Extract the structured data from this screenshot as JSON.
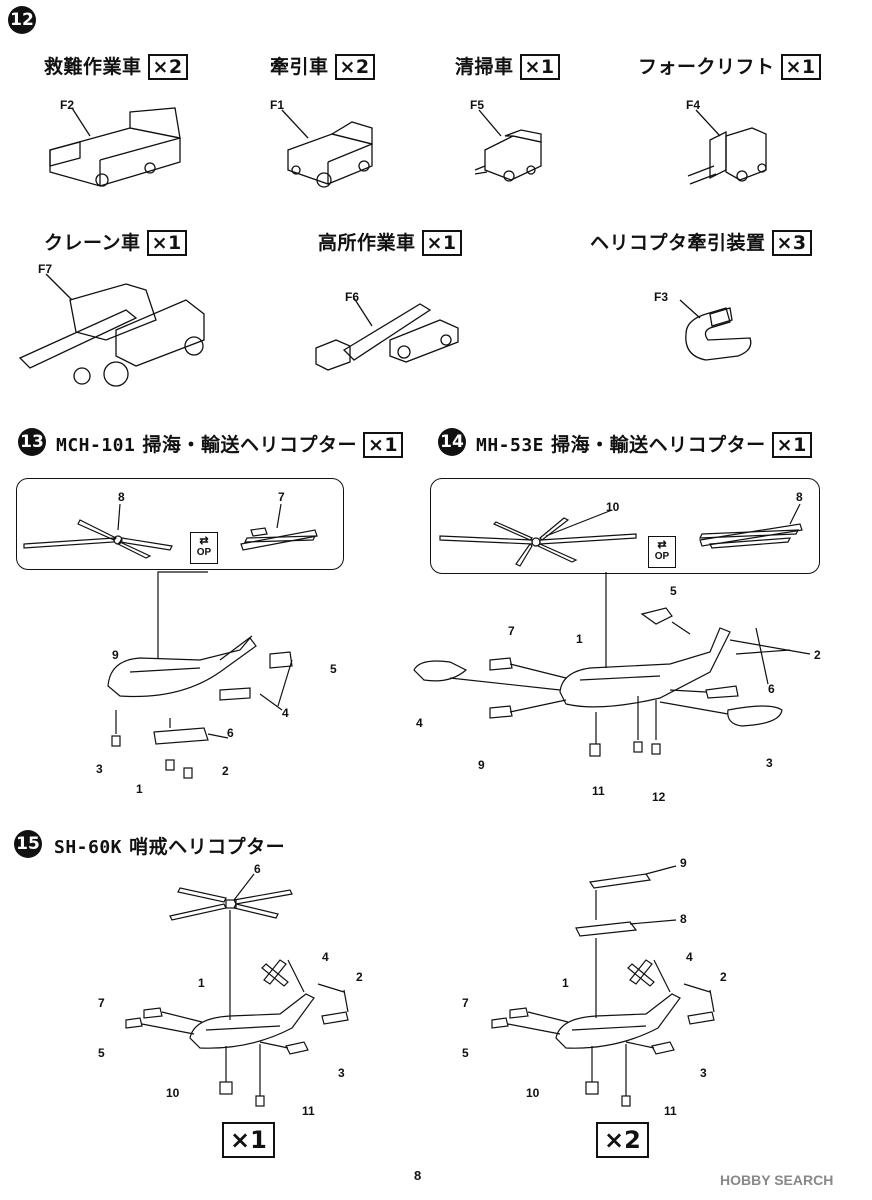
{
  "step12": {
    "number": "12",
    "vehicles": [
      {
        "name": "救難作業車",
        "qty": "×2",
        "part": "F2"
      },
      {
        "name": "牽引車",
        "qty": "×2",
        "part": "F1"
      },
      {
        "name": "清掃車",
        "qty": "×1",
        "part": "F5"
      },
      {
        "name": "フォークリフト",
        "qty": "×1",
        "part": "F4"
      },
      {
        "name": "クレーン車",
        "qty": "×1",
        "part": "F7"
      },
      {
        "name": "高所作業車",
        "qty": "×1",
        "part": "F6"
      },
      {
        "name": "ヘリコプタ牽引装置",
        "qty": "×3",
        "part": "F3"
      }
    ]
  },
  "step13": {
    "number": "13",
    "model": "MCH-101",
    "name": "掃海・輸送ヘリコプター",
    "qty": "×1",
    "option_parts": [
      "8",
      "7"
    ],
    "op_label": "OP",
    "parts": [
      "9",
      "5",
      "4",
      "6",
      "3",
      "1",
      "2"
    ]
  },
  "step14": {
    "number": "14",
    "model": "MH-53E",
    "name": "掃海・輸送ヘリコプター",
    "qty": "×1",
    "option_parts": [
      "10",
      "8"
    ],
    "op_label": "OP",
    "parts": [
      "5",
      "7",
      "1",
      "2",
      "6",
      "4",
      "9",
      "3",
      "11",
      "12"
    ]
  },
  "step15": {
    "number": "15",
    "model": "SH-60K",
    "name": "哨戒ヘリコプター",
    "left": {
      "qty": "×1",
      "parts": [
        "6",
        "4",
        "2",
        "1",
        "7",
        "5",
        "3",
        "10",
        "11"
      ]
    },
    "right": {
      "qty": "×2",
      "parts": [
        "9",
        "8",
        "4",
        "2",
        "1",
        "7",
        "5",
        "3",
        "10",
        "11"
      ]
    }
  },
  "page_number": "8",
  "watermark": "HOBBY SEARCH"
}
